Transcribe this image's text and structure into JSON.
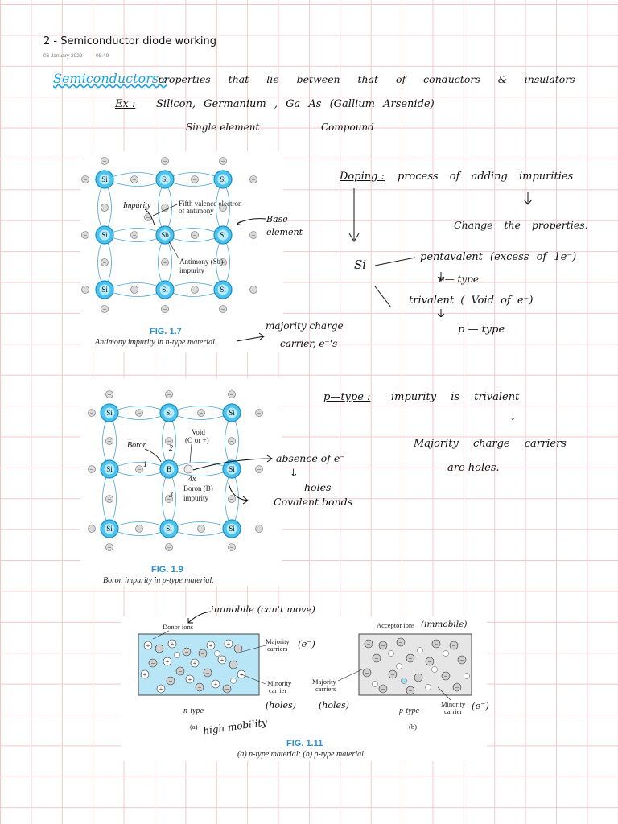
{
  "page": {
    "title": "2 - Semiconductor diode working",
    "date": "06 January 2022",
    "time": "08:49"
  },
  "notes": {
    "semiconductors_heading": "Semiconductors :",
    "semiconductors_def": "properties that lie between that of conductors & insulators",
    "ex_label": "Ex :",
    "ex_items": "Silicon, Germanium ,  Ga As (Gallium Arsenide)",
    "single_element": "Single element",
    "compound": "Compound",
    "doping_label": "Doping :",
    "doping_def": "process of adding impurities",
    "change_properties": "Change the properties.",
    "si": "Si",
    "pentavalent": "pentavalent (excess of 1e⁻)",
    "n_type": "n— type",
    "trivalent": "trivalent ( Void of e⁻)",
    "p_type": "p — type",
    "majority_charge_carrier_e": "majority charge",
    "carrier_e": "carrier, e⁻'s",
    "impurity_note": "Impurity",
    "base_element_1": "Base",
    "base_element_2": "element",
    "ptype_heading": "p—type :",
    "ptype_def": "impurity is trivalent",
    "majority_holes_1": "Majority charge carriers",
    "majority_holes_2": "are holes.",
    "boron_note": "Boron",
    "absence_of_e": "absence of e⁻",
    "holes": "holes",
    "covalent_bonds": "Covalent bonds",
    "bond_1": "1",
    "bond_2": "2",
    "bond_3": "3",
    "bond_4x": "4x",
    "immobile": "immobile (can't move)",
    "immobile_2": "(immobile)",
    "e_minus_1": "(e⁻)",
    "holes_paren": "(holes)",
    "holes_paren_2": "(holes)",
    "e_minus_2": "(e⁻)",
    "high_mobility": "high mobility"
  },
  "fig17": {
    "number": "FIG. 1.7",
    "caption": "Antimony impurity in n-type material.",
    "fifth_electron": "Fifth valence electron",
    "of_antimony": "of antimony",
    "antimony_label": "Antimony (Sb)",
    "impurity": "impurity",
    "atom_si": "Si",
    "atom_sb": "Sb"
  },
  "fig19": {
    "number": "FIG. 1.9",
    "caption": "Boron impurity in p-type material.",
    "void": "Void",
    "o_or_plus": "(O or +)",
    "boron_label": "Boron (B)",
    "impurity": "impurity",
    "atom_b": "B"
  },
  "fig111": {
    "number": "FIG. 1.11",
    "caption": "(a) n-type material; (b) p-type material.",
    "donor_ions": "Donor ions",
    "majority": "Majority",
    "carriers": "carriers",
    "minority": "Minority",
    "carrier": "carrier",
    "n_type": "n-type",
    "a": "(a)",
    "acceptor_ions": "Acceptor ions",
    "p_type": "p-type",
    "b": "(b)"
  },
  "colors": {
    "atom_fill": "#4cc3ee",
    "atom_core": "#b8ecfb",
    "ink_blue": "#13a4e8",
    "grid": "#f2c9c9",
    "fig_title": "#2a8fd0",
    "ntype_fill": "#b9e6f7",
    "ptype_fill": "#e6e6e6"
  }
}
